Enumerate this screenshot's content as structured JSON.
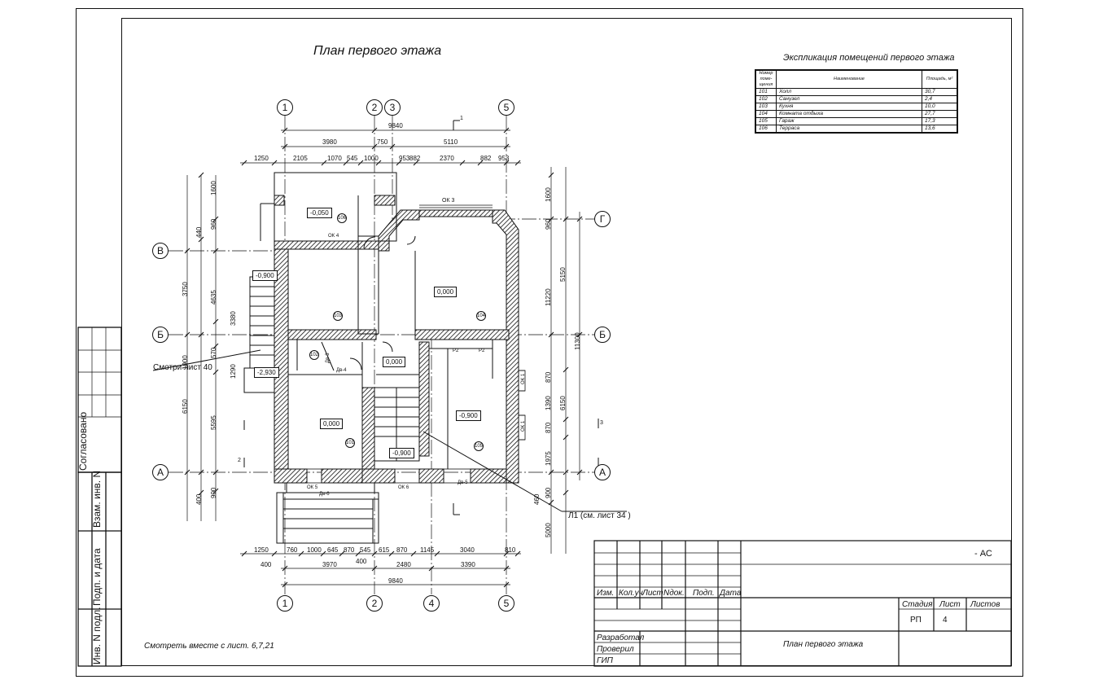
{
  "drawing_title": "План первого этажа",
  "explication": {
    "title": "Экспликация помещений первого этажа",
    "headers": [
      "Номер поме-щения",
      "Наименование",
      "Площадь, м²"
    ],
    "rows": [
      [
        "101",
        "Холл",
        "30,7"
      ],
      [
        "102",
        "Санузел",
        "2,4"
      ],
      [
        "103",
        "Кухня",
        "10,0"
      ],
      [
        "104",
        "Комната отдыха",
        "27,7"
      ],
      [
        "105",
        "Гараж",
        "17,3"
      ],
      [
        "106",
        "Терраса",
        "13,6"
      ]
    ]
  },
  "axes": {
    "top": [
      "1",
      "2",
      "3",
      "5"
    ],
    "bottom": [
      "1",
      "2",
      "4",
      "5"
    ],
    "left": [
      "В",
      "Б",
      "А"
    ],
    "right": [
      "Г",
      "Б",
      "А"
    ]
  },
  "dimensions": {
    "top_total": "9840",
    "top_row1": [
      "3980",
      "750",
      "5110"
    ],
    "top_row2": [
      "1250",
      "2105",
      "1070",
      "545",
      "1000",
      "953",
      "882",
      "2370",
      "882",
      "953"
    ],
    "bottom_row1": [
      "1250",
      "760",
      "1000",
      "645",
      "870",
      "545",
      "615",
      "870",
      "1145",
      "3040",
      "810"
    ],
    "bottom_row2": [
      "400",
      "3970",
      "400",
      "2480",
      "3390"
    ],
    "bottom_total": "9840",
    "left_outer": [
      "1600",
      "440",
      "3750",
      "6150",
      "400"
    ],
    "left_inner": [
      "960",
      "4635",
      "3380",
      "570",
      "1290",
      "5595",
      "900"
    ],
    "right_outer": [
      "1600",
      "960",
      "5150",
      "11300",
      "6150",
      "5000"
    ],
    "right_inner": [
      "11220",
      "870",
      "1390",
      "870",
      "1975",
      "900",
      "460"
    ],
    "first_row": [
      "1900"
    ]
  },
  "levels": [
    "-0,050",
    "-0,900",
    "0,000",
    "-2,930",
    "0,000",
    "0,000",
    "-0,900",
    "-0,900"
  ],
  "rooms": [
    "101",
    "102",
    "103",
    "104",
    "105",
    "106"
  ],
  "labels": {
    "ok3": "ОК 3",
    "ok4": "ОК 4",
    "ok5": "ОК 5",
    "ok6": "ОК 6",
    "ok1a": "ОК 1",
    "ok1b": "ОК 1",
    "dv3": "Дв-3",
    "dv4": "Дв-4",
    "dv5": "Дв-5",
    "dv6": "Дв-6",
    "p2a": "Р2",
    "p2b": "Р2",
    "see_sheet40": "Смотри лист 40",
    "l1_note": "Л1 (см. лист 34 )",
    "section1": "1",
    "section2": "2",
    "section3": "3"
  },
  "footnote": "Смотреть вместе с лист. 6,7,21",
  "side_stamp": {
    "agreed": "Согласовано",
    "inv_replace": "Взам. инв. N",
    "sign_date": "Подп. и дата",
    "inv_orig": "Инв. N подл."
  },
  "title_block": {
    "code": "- АС",
    "col_headers": [
      "Изм.",
      "Кол.уч",
      "Лист",
      "Nдок.",
      "Подп.",
      "Дата"
    ],
    "stage_label": "Стадия",
    "sheet_label": "Лист",
    "sheets_label": "Листов",
    "stage": "РП",
    "sheet": "4",
    "sheets": "",
    "developed": "Разработал",
    "checked": "Проверил",
    "gip": "ГИП",
    "sheet_title": "План первого этажа"
  }
}
